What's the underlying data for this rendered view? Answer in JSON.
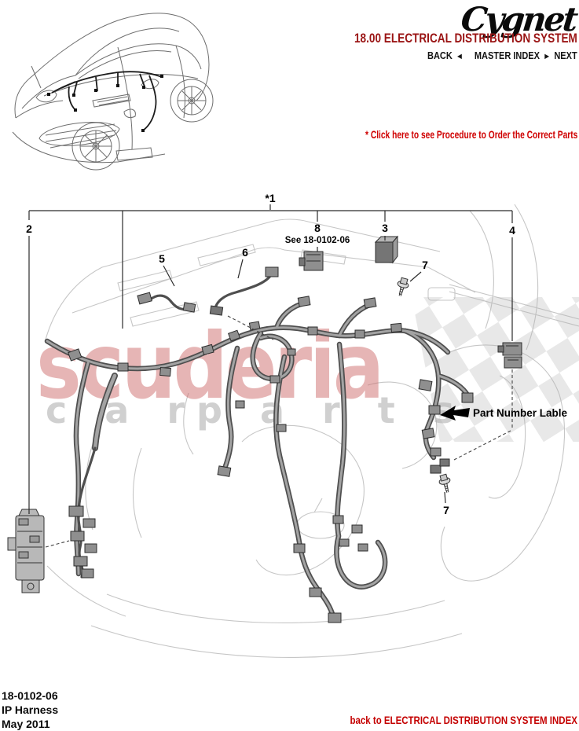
{
  "logo": "Cygnet",
  "header": {
    "title": "18.00 ELECTRICAL DISTRIBUTION SYSTEM",
    "nav": {
      "back": "BACK",
      "back_arrow": "◄",
      "master_index": "MASTER INDEX",
      "next_arrow": "►",
      "next": "NEXT"
    },
    "order_note": "* Click here to see Procedure to Order the Correct Parts"
  },
  "diagram": {
    "assembly_label": "*1",
    "see_reference": "See 18-0102-06",
    "part_number_label": "Part Number Lable",
    "callouts": {
      "c2": "2",
      "c3": "3",
      "c4": "4",
      "c5": "5",
      "c6": "6",
      "c7": "7",
      "c8": "8"
    }
  },
  "watermark": {
    "word": "scuderia",
    "sub_left": "c a r",
    "sub_right": "p a r t s"
  },
  "footer": {
    "doc_number": "18-0102-06",
    "part_name": "IP Harness",
    "date": "May 2011",
    "back_link": "back to ELECTRICAL DISTRIBUTION SYSTEM INDEX"
  },
  "colors": {
    "title_red": "#9a1414",
    "link_red": "#cf0000",
    "watermark_red": "#cc6666"
  }
}
